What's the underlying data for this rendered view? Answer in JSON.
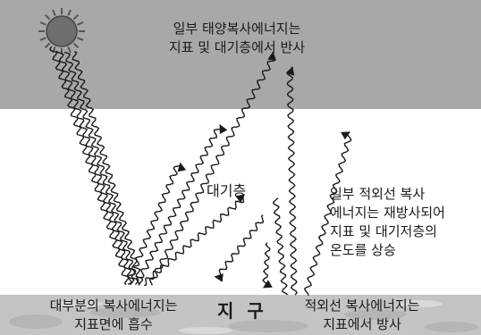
{
  "labels": {
    "sky_reflection_line1": "일부 태양복사에너지는",
    "sky_reflection_line2": "지표 및 대기층에서 반사",
    "atmosphere": "대기층",
    "reradiation_line1": "일부 적외선 복사",
    "reradiation_line2": "에너지는 재방사되어",
    "reradiation_line3": "지표 및 대기저층의",
    "reradiation_line4": "온도를 상승",
    "absorb_line1": "대부분의 복사에너지는",
    "absorb_line2": "지표면에 흡수",
    "earth": "지 구",
    "emit_line1": "적외선 복사에너지는",
    "emit_line2": "지표에서 방사"
  },
  "icons": [
    "sun-icon"
  ],
  "colors": {
    "sky_band": "#a8a8a8",
    "atmosphere": "#ffffff",
    "ground": "#c4c4c4",
    "wave": "#1a1a1a",
    "sun": "#6e6e6e"
  }
}
